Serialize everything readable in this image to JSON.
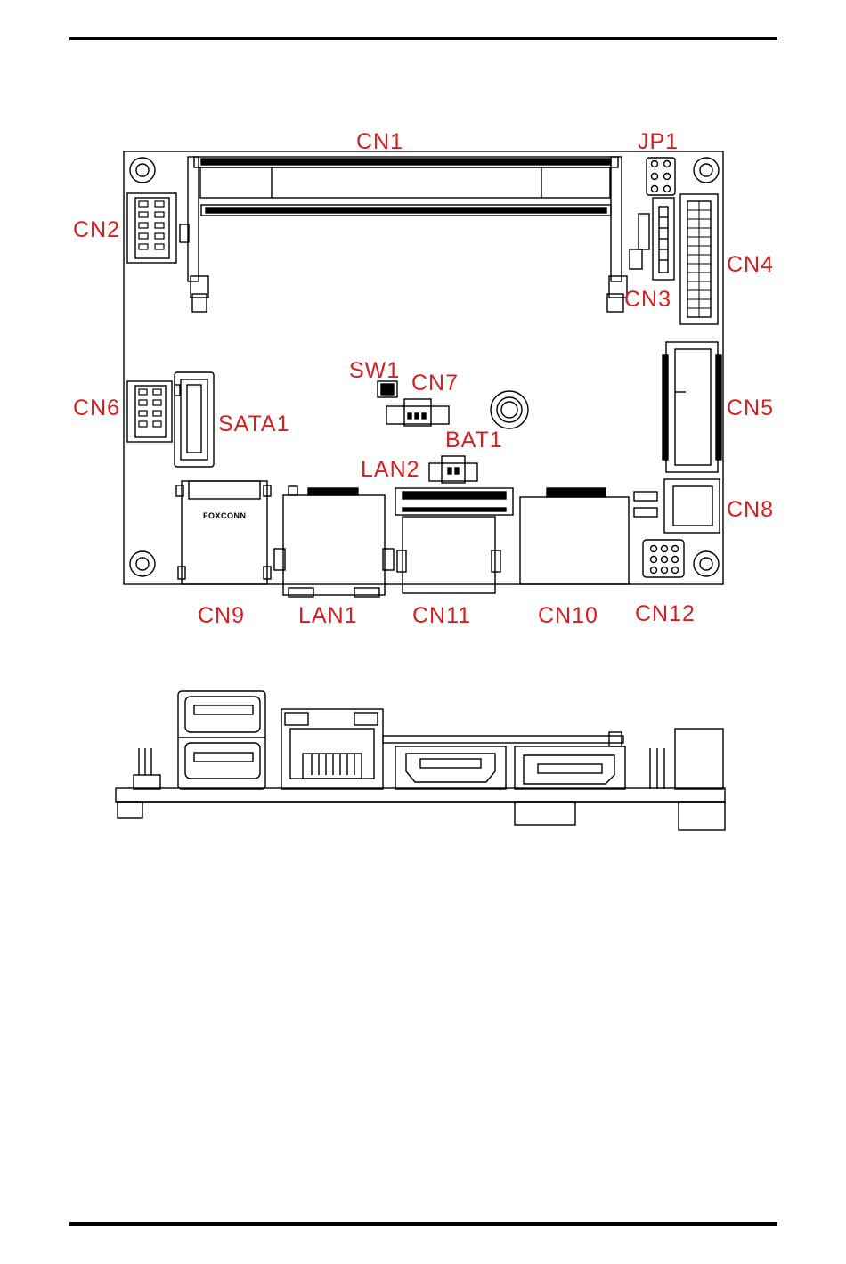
{
  "labels": {
    "cn1": "CN1",
    "jp1": "JP1",
    "cn2": "CN2",
    "cn3": "CN3",
    "cn4": "CN4",
    "sw1": "SW1",
    "cn7": "CN7",
    "cn6": "CN6",
    "sata1": "SATA1",
    "cn5": "CN5",
    "bat1": "BAT1",
    "lan2": "LAN2",
    "cn8": "CN8",
    "cn9": "CN9",
    "lan1": "LAN1",
    "cn11": "CN11",
    "cn10": "CN10",
    "cn12": "CN12"
  },
  "brand": "FOXCONN",
  "colors": {
    "label": "#d32020",
    "line": "#000000",
    "background": "#ffffff"
  }
}
